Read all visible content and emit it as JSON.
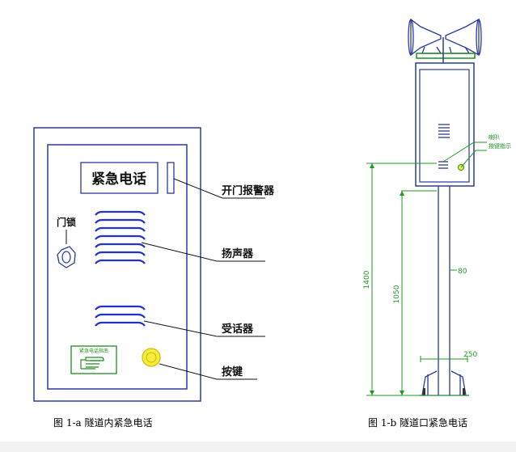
{
  "figure_a": {
    "panel_title": "紧急电话",
    "labels": {
      "door_lock": "门锁",
      "door_alarm": "开门报警器",
      "speaker": "扬声器",
      "receiver": "受话器",
      "button": "按键",
      "sign_text": "紧急电话指南"
    },
    "caption": "图 1-a 隧道内紧急电话"
  },
  "figure_b": {
    "dim_total": "1400",
    "dim_lower": "1050",
    "dim_pole": "80",
    "dim_base": "250",
    "callout_top": "喇叭",
    "callout_bottom": "按键指示",
    "caption": "图 1-b 隧道口紧急电话"
  },
  "colors": {
    "outline_blue": "#2a3a9c",
    "vent_blue": "#2233cc",
    "leader_black": "#111111",
    "dim_green": "#1f9a1f",
    "sign_green": "#1e8c1e",
    "button_yellow": "#f2ee3a"
  }
}
